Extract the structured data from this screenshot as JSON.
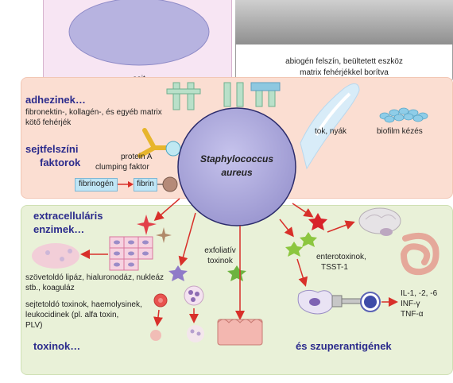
{
  "cell_label": "sejt",
  "surface_label_line1": "abiogén felszín, beültetett eszköz",
  "surface_label_line2": "matrix fehérjékkel borítva",
  "adhesins_title": "adhezinek…",
  "adhesins_desc_line1": "fibronektin-, kollagén-, és egyéb matrix",
  "adhesins_desc_line2": "kötő fehérjék",
  "surface_factors_line1": "sejtfelszíni",
  "surface_factors_line2": "faktorok",
  "protein_a_label": "protein A",
  "clumping_label": "clumping faktor",
  "fibrinogen_label": "fibrinogén",
  "fibrin_label": "fibrin",
  "species_line1": "Staphylococcus",
  "species_line2": "aureus",
  "capsule_label": "tok, nyák",
  "biofilm_label": "biofilm kézés",
  "extracellular_line1": "extracelluláris",
  "extracellular_line2": "enzimek…",
  "enzymes_line1": "szövetoldó lipáz, hialuronodáz, nukleáz",
  "enzymes_line2": "stb., koaguláz",
  "toxins_desc_line1": "sejtetoldó toxinok, haemolysinek,",
  "toxins_desc_line2": "leukocidinek (pl. alfa toxin,",
  "toxins_desc_line3": "PLV)",
  "toxins_title": "toxinok…",
  "exfoliative_line1": "exfoliatív",
  "exfoliative_line2": "toxinok",
  "enterotoxins_line1": "enterotoxinok,",
  "enterotoxins_line2": "TSST-1",
  "cytokines_line1": "IL-1, -2, -6",
  "cytokines_line2": "INF-γ",
  "cytokines_line3": "TNF-α",
  "superantigens_title": "és szuperantigének",
  "colors": {
    "heading": "#2b2b8c",
    "top_panel": "#fbded2",
    "bottom_panel": "#e9f1d8",
    "bacterium": "#a9a6d8",
    "arrow": "#d8302a"
  }
}
